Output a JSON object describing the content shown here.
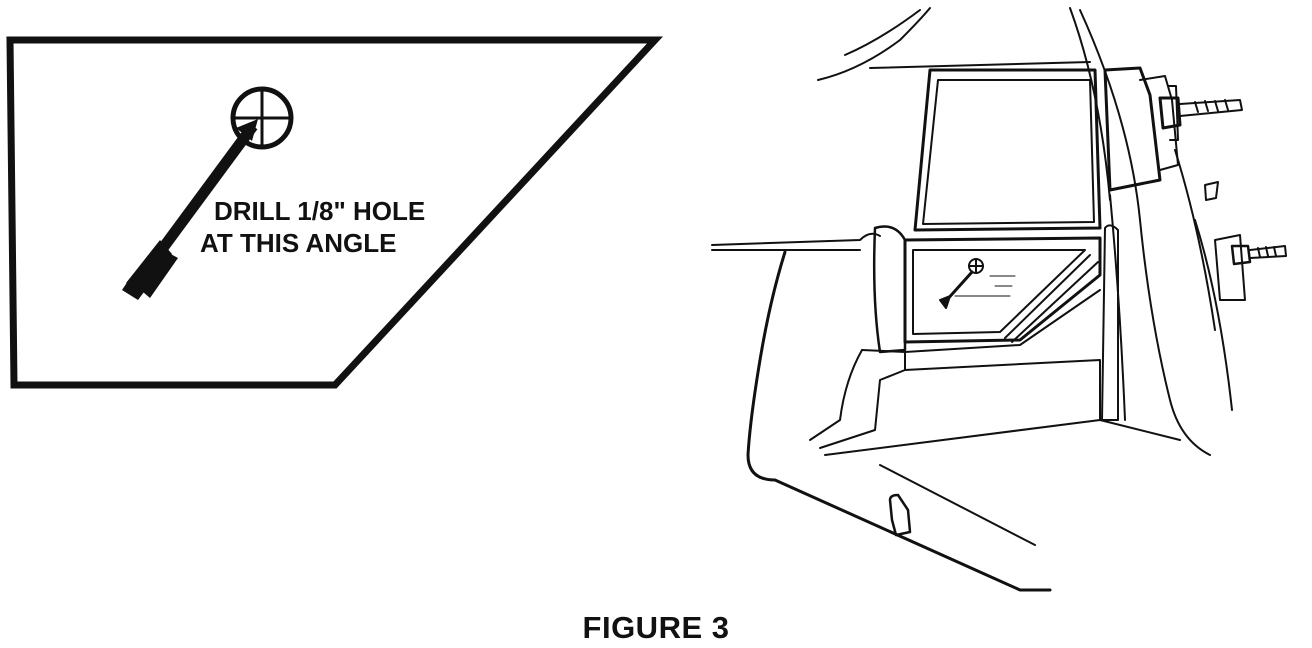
{
  "template": {
    "instruction_line1": "DRILL 1/8\" HOLE",
    "instruction_line2": "AT THIS ANGLE"
  },
  "figure_caption": "FIGURE 3",
  "colors": {
    "ink": "#111111",
    "background": "#ffffff"
  }
}
